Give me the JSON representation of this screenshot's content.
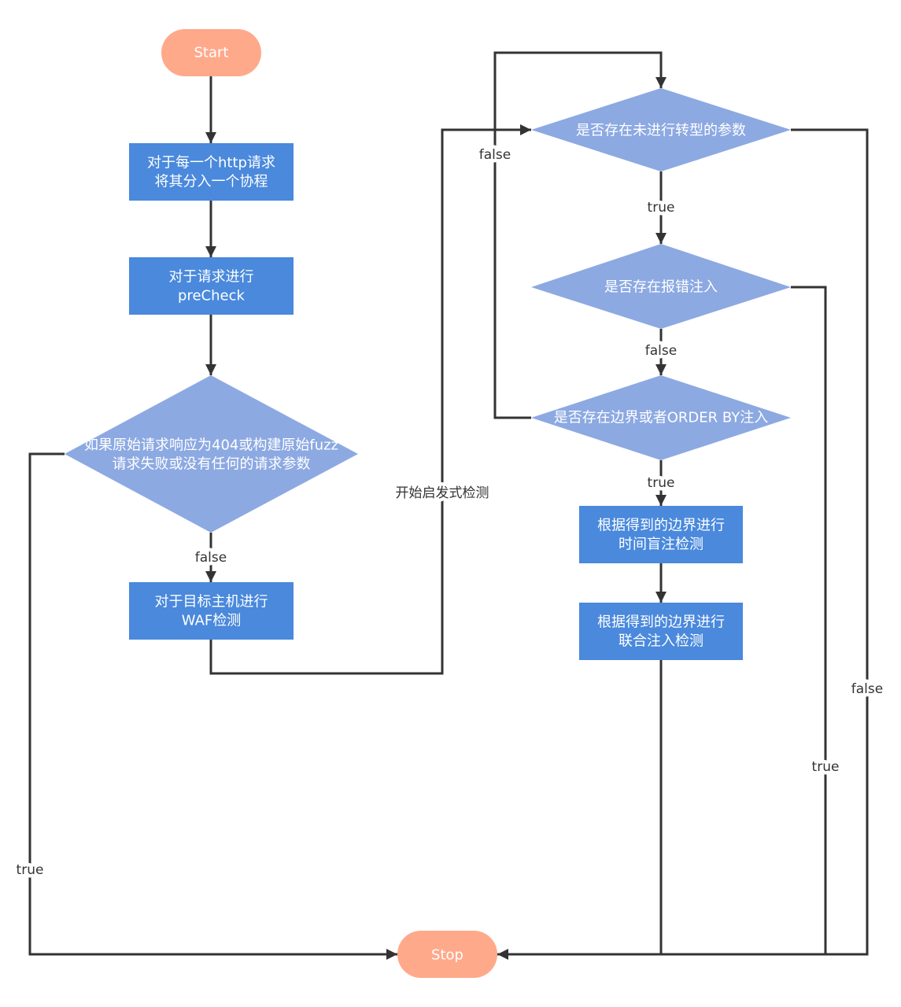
{
  "colors": {
    "background": "#FFFFFF",
    "terminal_fill": "#FFA98B",
    "process_fill": "#4A89DC",
    "decision_fill": "#8CA9E2",
    "node_text": "#FFFFFF",
    "connector": "#333333",
    "label_text": "#333333"
  },
  "terminals": {
    "start": "Start",
    "stop": "Stop"
  },
  "processes": {
    "split_coroutine": [
      "对于每一个http请求",
      "将其分入一个协程"
    ],
    "precheck": [
      "对于请求进行",
      "preCheck"
    ],
    "waf_check": [
      "对于目标主机进行",
      "WAF检测"
    ],
    "time_blind": [
      "根据得到的边界进行",
      "时间盲注检测"
    ],
    "union_injection": [
      "根据得到的边界进行",
      "联合注入检测"
    ]
  },
  "decisions": {
    "request_check": [
      "如果原始请求响应为404或构建原始fuzz",
      "请求失败或没有任何的请求参数"
    ],
    "param_check": "是否存在未进行转型的参数",
    "error_check": "是否存在报错注入",
    "boundary_check": "是否存在边界或者ORDER BY注入"
  },
  "edge_labels": {
    "request_check_false": "false",
    "request_check_true": "true",
    "heuristic_start": "开始启发式检测",
    "boundary_check_false": "false",
    "param_check_true": "true",
    "error_check_false": "false",
    "boundary_check_true": "true",
    "error_check_true": "true",
    "param_check_false": "false"
  }
}
